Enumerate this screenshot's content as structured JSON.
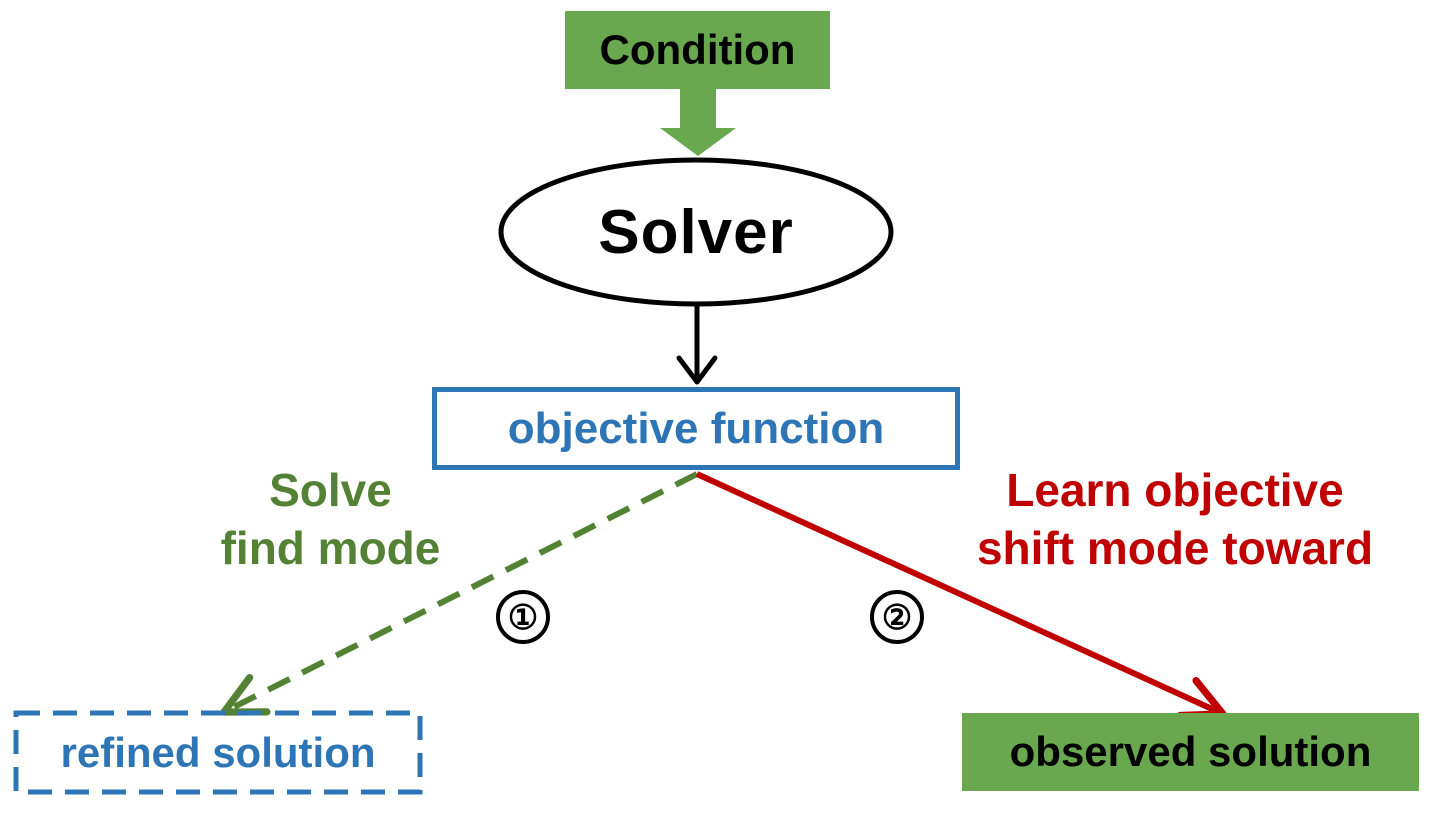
{
  "nodes": {
    "condition": "Condition",
    "solver": "Solver",
    "objective_function": "objective function",
    "refined_solution": "refined solution",
    "observed_solution": "observed solution"
  },
  "edges": {
    "solve": {
      "line1": "Solve",
      "line2": "find mode",
      "marker": "①"
    },
    "learn": {
      "line1": "Learn objective",
      "line2": "shift mode toward",
      "marker": "②"
    }
  },
  "colors": {
    "green_fill": "#6aa84f",
    "solve_green": "#548235",
    "blue": "#2e75b6",
    "red": "#c00000",
    "black": "#000000"
  }
}
